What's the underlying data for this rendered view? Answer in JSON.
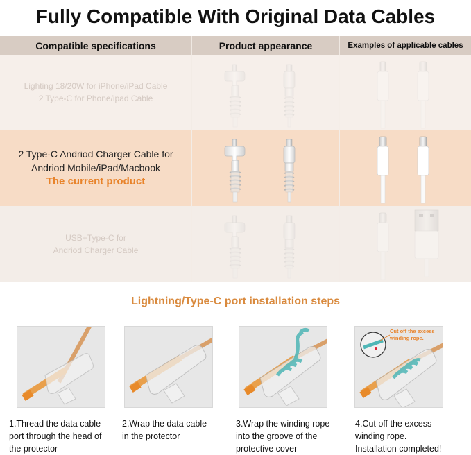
{
  "title": "Fully Compatible With Original Data Cables",
  "table": {
    "headers": [
      "Compatible specifications",
      "Product appearance",
      "Examples of applicable cables"
    ],
    "rows": [
      {
        "lines": [
          "Lighting 18/20W for iPhone/iPad Cable",
          "2 Type-C for Phone/ipad Cable"
        ],
        "highlight": ""
      },
      {
        "lines": [
          "2 Type-C Andriod Charger Cable for",
          "Andriod Mobile/iPad/Macbook"
        ],
        "highlight": "The current product"
      },
      {
        "lines": [
          "USB+Type-C for",
          "Andriod Charger Cable"
        ],
        "highlight": ""
      }
    ]
  },
  "steps_title": "Lightning/Type-C port installation steps",
  "steps": [
    {
      "lines": [
        "1.Thread the data cable",
        "port through the head of",
        "the protector"
      ]
    },
    {
      "lines": [
        "2.Wrap the data cable",
        "in the protector"
      ]
    },
    {
      "lines": [
        "3.Wrap the winding rope",
        "into the groove of the",
        "protective cover"
      ]
    },
    {
      "lines": [
        "4.Cut off the excess",
        "winding rope.",
        "Installation completed!"
      ],
      "callout": [
        "Cut off the excess",
        "winding rope."
      ]
    }
  ],
  "colors": {
    "accent": "#e8832a",
    "header_bg": "#d8ccc3",
    "highlight_row": "#f7dcc6"
  }
}
